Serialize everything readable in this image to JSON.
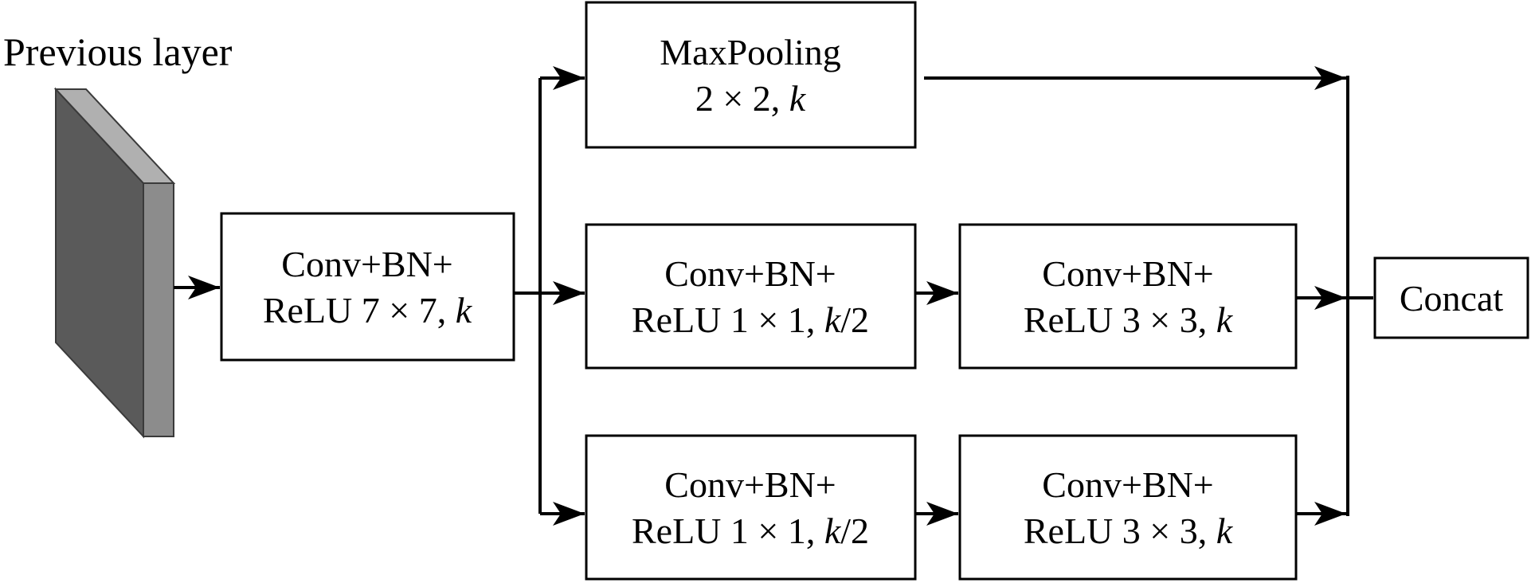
{
  "title": "Previous layer",
  "nodes": [
    {
      "id": "conv7",
      "lines": [
        [
          {
            "t": "Conv+BN+"
          }
        ],
        [
          {
            "t": "ReLU 7 × 7, "
          },
          {
            "t": "k",
            "i": true
          }
        ]
      ]
    },
    {
      "id": "maxpool",
      "lines": [
        [
          {
            "t": "MaxPooling"
          }
        ],
        [
          {
            "t": "2 × 2, "
          },
          {
            "t": "k",
            "i": true
          }
        ]
      ]
    },
    {
      "id": "mid1x1",
      "lines": [
        [
          {
            "t": "Conv+BN+"
          }
        ],
        [
          {
            "t": "ReLU 1 × 1, "
          },
          {
            "t": "k",
            "i": true
          },
          {
            "t": "/2"
          }
        ]
      ]
    },
    {
      "id": "mid3x3",
      "lines": [
        [
          {
            "t": "Conv+BN+"
          }
        ],
        [
          {
            "t": "ReLU 3 × 3, "
          },
          {
            "t": "k",
            "i": true
          }
        ]
      ]
    },
    {
      "id": "bot1x1",
      "lines": [
        [
          {
            "t": "Conv+BN+"
          }
        ],
        [
          {
            "t": "ReLU 1 × 1, "
          },
          {
            "t": "k",
            "i": true
          },
          {
            "t": "/2"
          }
        ]
      ]
    },
    {
      "id": "bot3x3",
      "lines": [
        [
          {
            "t": "Conv+BN+"
          }
        ],
        [
          {
            "t": "ReLU 3 × 3, "
          },
          {
            "t": "k",
            "i": true
          }
        ]
      ]
    },
    {
      "id": "concat",
      "lines": [
        [
          {
            "t": "Concat"
          }
        ]
      ]
    }
  ],
  "edges": [
    {
      "from": "previous-layer",
      "to": "conv7"
    },
    {
      "from": "conv7",
      "to": "maxpool"
    },
    {
      "from": "conv7",
      "to": "mid1x1"
    },
    {
      "from": "conv7",
      "to": "bot1x1"
    },
    {
      "from": "mid1x1",
      "to": "mid3x3"
    },
    {
      "from": "bot1x1",
      "to": "bot3x3"
    },
    {
      "from": "maxpool",
      "to": "concat"
    },
    {
      "from": "mid3x3",
      "to": "concat"
    },
    {
      "from": "bot3x3",
      "to": "concat"
    }
  ],
  "colors": {
    "layer_front": "#5a5a5a",
    "layer_side": "#8c8c8c",
    "layer_top": "#b0b0b0",
    "line": "#000000"
  }
}
